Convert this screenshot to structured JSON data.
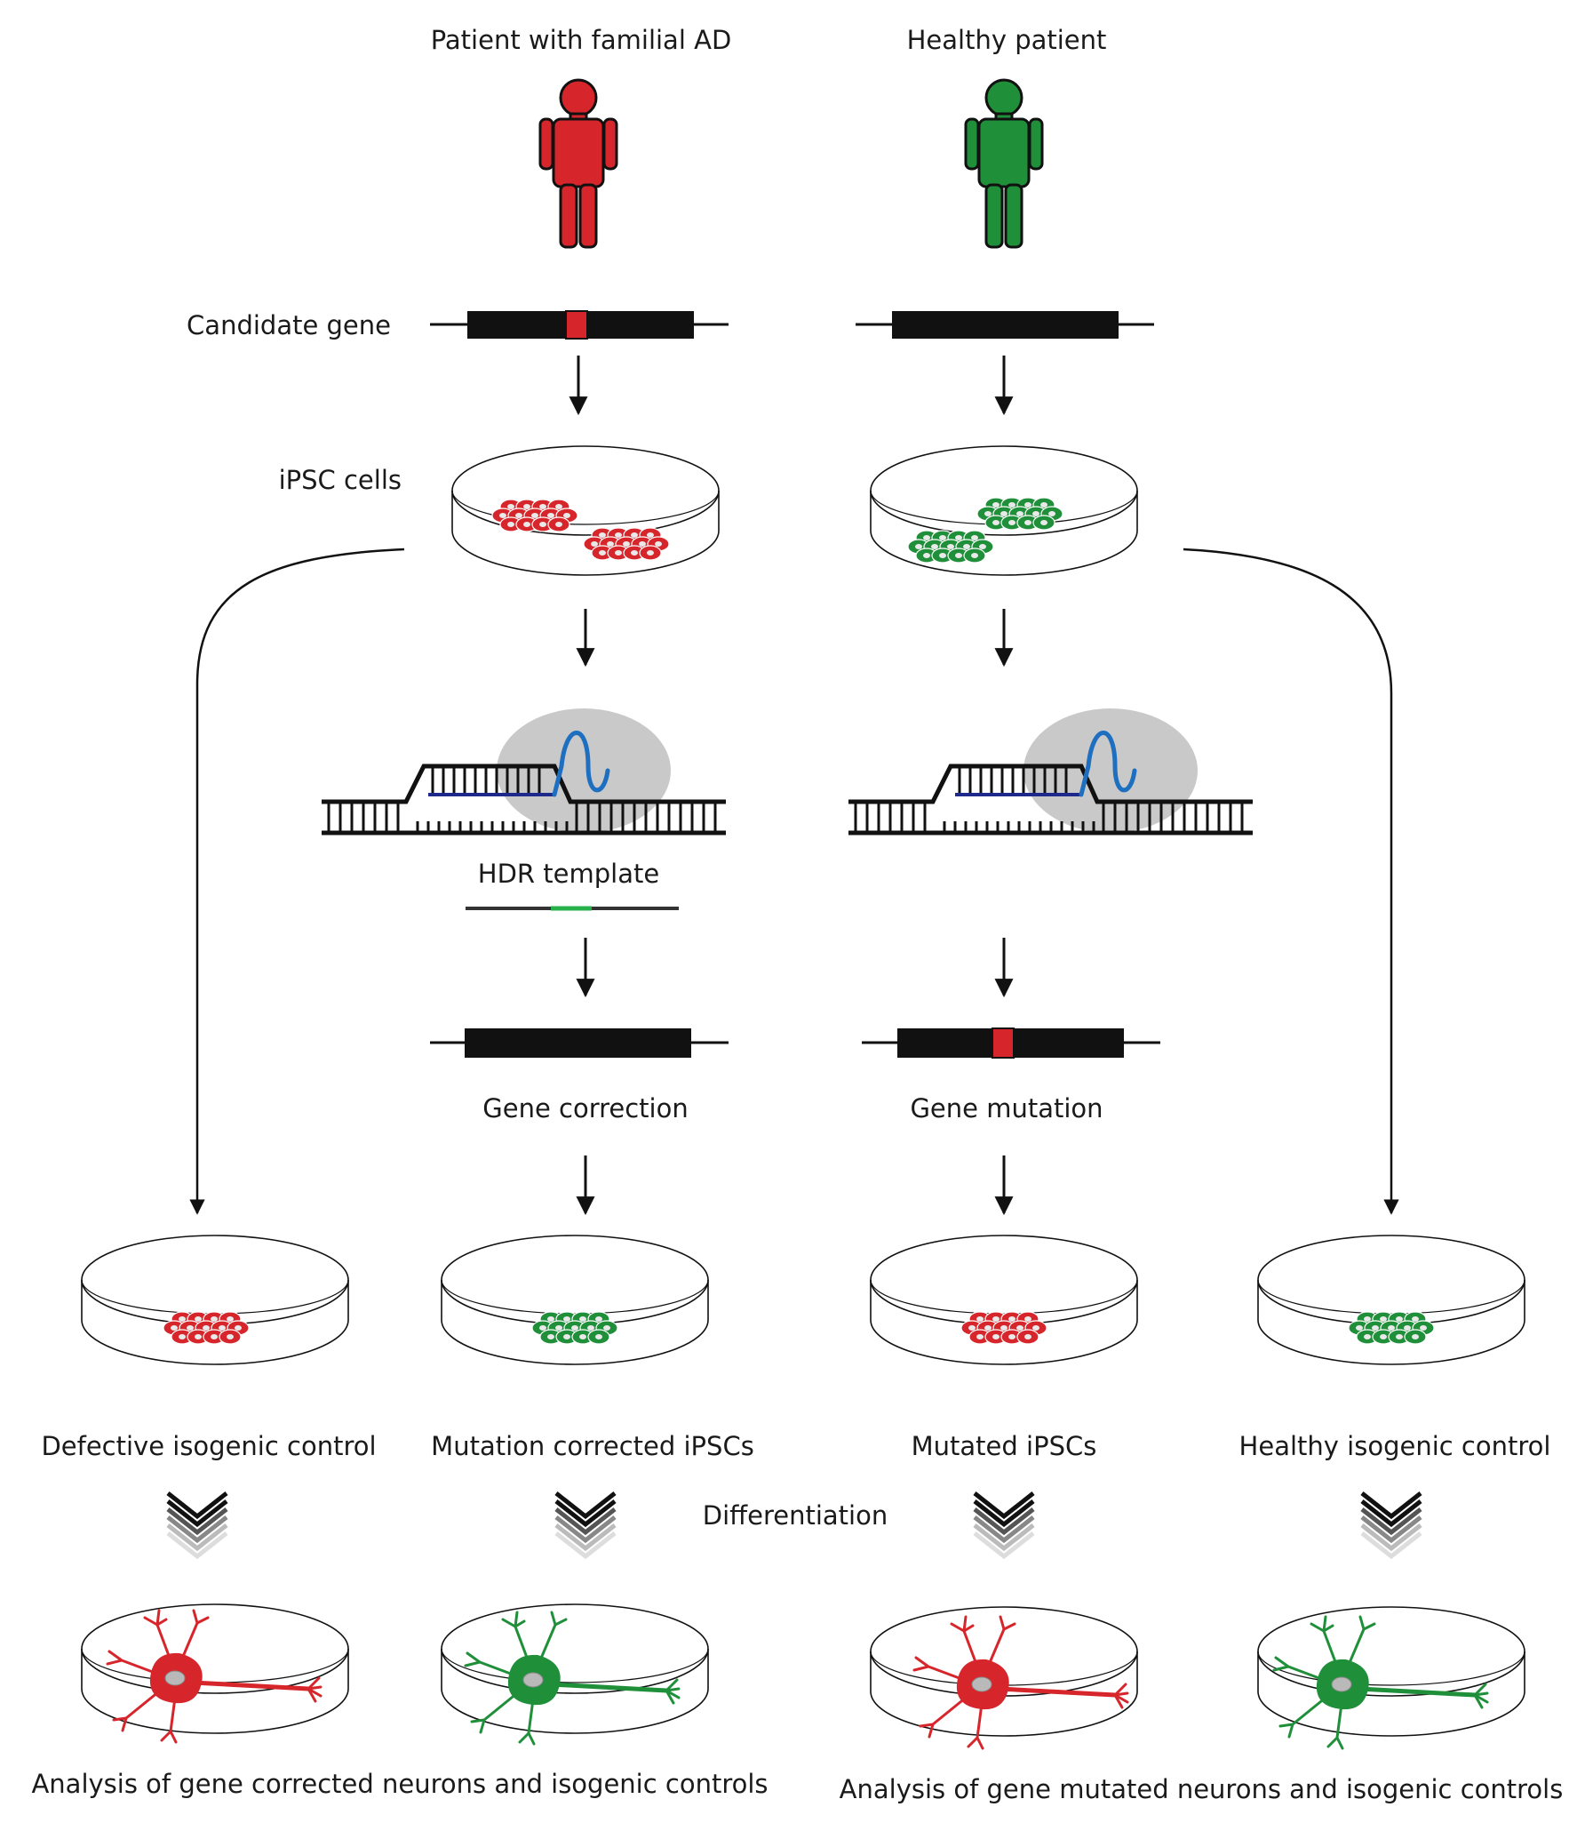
{
  "colors": {
    "ad_red": "#d7262b",
    "healthy_green": "#1f8f3a",
    "hdr_green": "#27b14a",
    "grna_blue": "#1f6fc0",
    "dna_strand_blue": "#1d2a8c",
    "cas9_gray": "#c9c9c9",
    "ink": "#111111"
  },
  "labels": {
    "patient_ad": "Patient with familial AD",
    "healthy_patient": "Healthy patient",
    "candidate_gene": "Candidate gene",
    "ipsc_cells": "iPSC cells",
    "hdr_template": "HDR template",
    "gene_correction": "Gene correction",
    "gene_mutation": "Gene mutation",
    "defective_control": "Defective isogenic control",
    "mutation_corrected": "Mutation corrected iPSCs",
    "mutated_ipscs": "Mutated iPSCs",
    "healthy_control": "Healthy isogenic control",
    "differentiation": "Differentiation",
    "analysis_corrected": "Analysis of gene corrected neurons and isogenic controls",
    "analysis_mutated": "Analysis of gene mutated neurons and isogenic controls"
  },
  "icons": {
    "patient_figure": "person-icon",
    "gene": "gene-bar-icon",
    "petri_dish": "petri-dish-icon",
    "cas9": "cas9-complex-icon",
    "neuron": "neuron-icon",
    "chevron": "chevron-down-icon"
  }
}
